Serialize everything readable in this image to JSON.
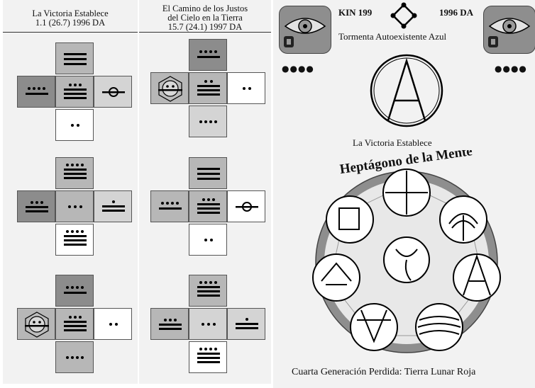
{
  "left_panel": {
    "title_line1": "La Victoria Establece",
    "title_line2": "1.1 (26.7) 1996 DA"
  },
  "middle_panel": {
    "title_line1": "El Camino de los Justos",
    "title_line2": "del Cielo en la Tierra",
    "title_line3": "15.7 (24.1) 1997 DA"
  },
  "right_panel": {
    "kin": "KIN 199",
    "year": "1996 DA",
    "seal_name": "Tormenta Autoexistente Azul",
    "subtitle": "La Victoria Establece",
    "heptagon_title": "Heptágono de la Mente",
    "footer": "Cuarta Generación Perdida: Tierra Lunar Roja"
  },
  "colors": {
    "dark": "#8c8c8c",
    "medium": "#b7b7b7",
    "light": "#d4d4d4",
    "paper": "#f2f2f2"
  }
}
